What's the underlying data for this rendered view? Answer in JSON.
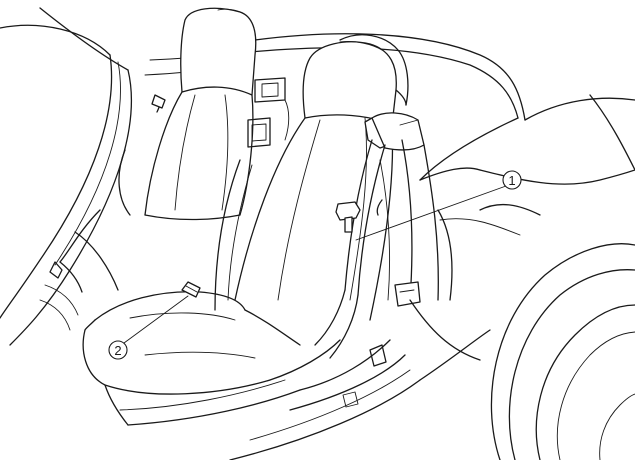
{
  "callouts": [
    {
      "id": "callout-1",
      "label": "1",
      "part": "seat belt"
    },
    {
      "id": "callout-2",
      "label": "2",
      "part": "buckle"
    }
  ]
}
